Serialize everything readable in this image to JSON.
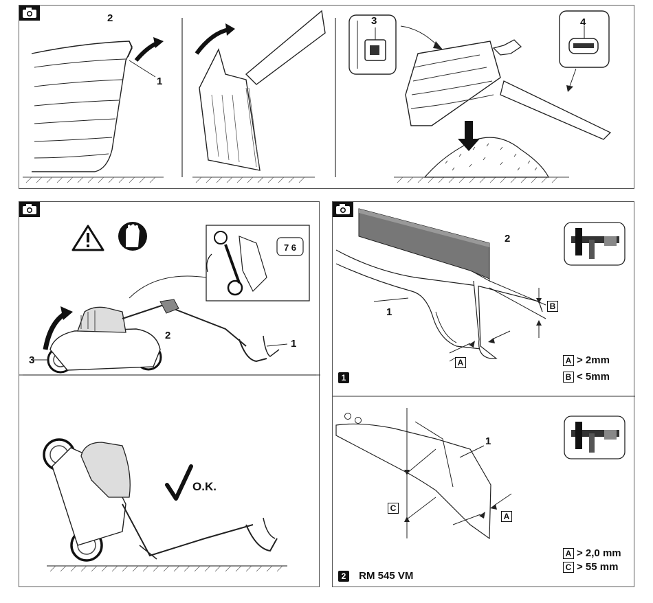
{
  "top_panel": {
    "callouts": [
      "1",
      "2",
      "3",
      "4"
    ]
  },
  "left_panel": {
    "callouts": [
      "1",
      "2",
      "3"
    ],
    "ok_label": "O.K.",
    "inset_display": "7 6"
  },
  "right_panel": {
    "step1": {
      "badge": "1",
      "callouts": [
        "1",
        "2"
      ],
      "spec_a_letter": "A",
      "spec_a_text": "> 2mm",
      "spec_b_letter": "B",
      "spec_b_text": "< 5mm"
    },
    "step2": {
      "badge": "2",
      "model": "RM 545 VM",
      "callouts": [
        "1"
      ],
      "spec_a_letter": "A",
      "spec_a_text": "> 2,0 mm",
      "spec_c_letter": "C",
      "spec_c_text": "> 55 mm"
    }
  },
  "icons": [
    "camera-icon",
    "warning-triangle-icon",
    "gloves-icon",
    "caliper-icon",
    "checkmark-icon"
  ]
}
